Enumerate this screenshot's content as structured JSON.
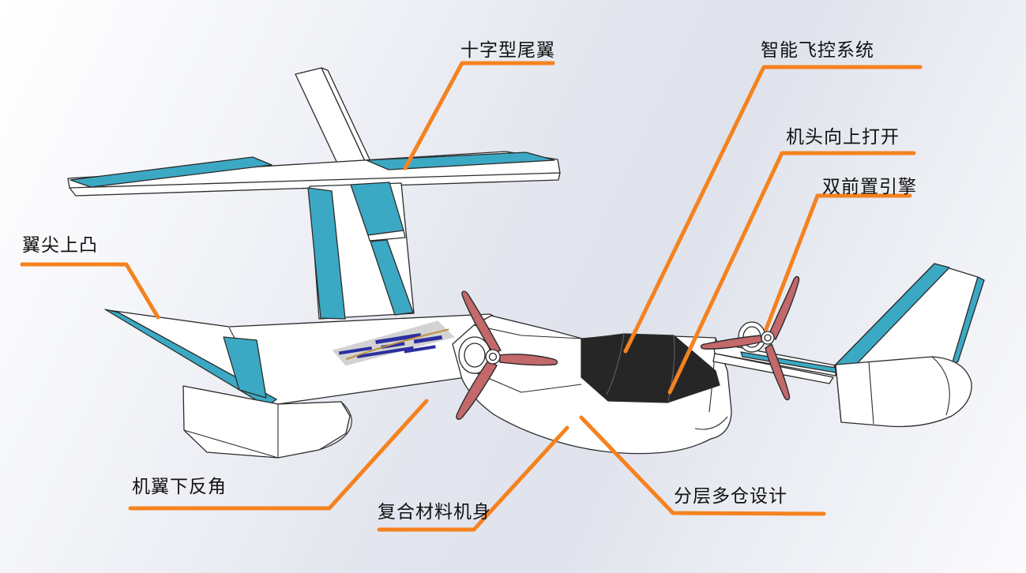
{
  "colors": {
    "accent_orange": "#F5821F",
    "teal": "#3BA9C4",
    "prop_red": "#C3686B",
    "canopy": "#262626",
    "outline": "#2B2B2B",
    "decal_blue": "#2B2F9F",
    "decal_gold": "#C09040",
    "label_text": "#111111"
  },
  "callouts": [
    {
      "id": "cruciform-tail",
      "text": "十字型尾翼"
    },
    {
      "id": "flight-control-system",
      "text": "智能飞控系统"
    },
    {
      "id": "nose-opens-upward",
      "text": "机头向上打开"
    },
    {
      "id": "dual-front-engines",
      "text": "双前置引擎"
    },
    {
      "id": "wingtip-upturned",
      "text": "翼尖上凸"
    },
    {
      "id": "wing-anhedral",
      "text": "机翼下反角"
    },
    {
      "id": "composite-fuselage",
      "text": "复合材料机身"
    },
    {
      "id": "layered-compartments",
      "text": "分层多仓设计"
    }
  ]
}
